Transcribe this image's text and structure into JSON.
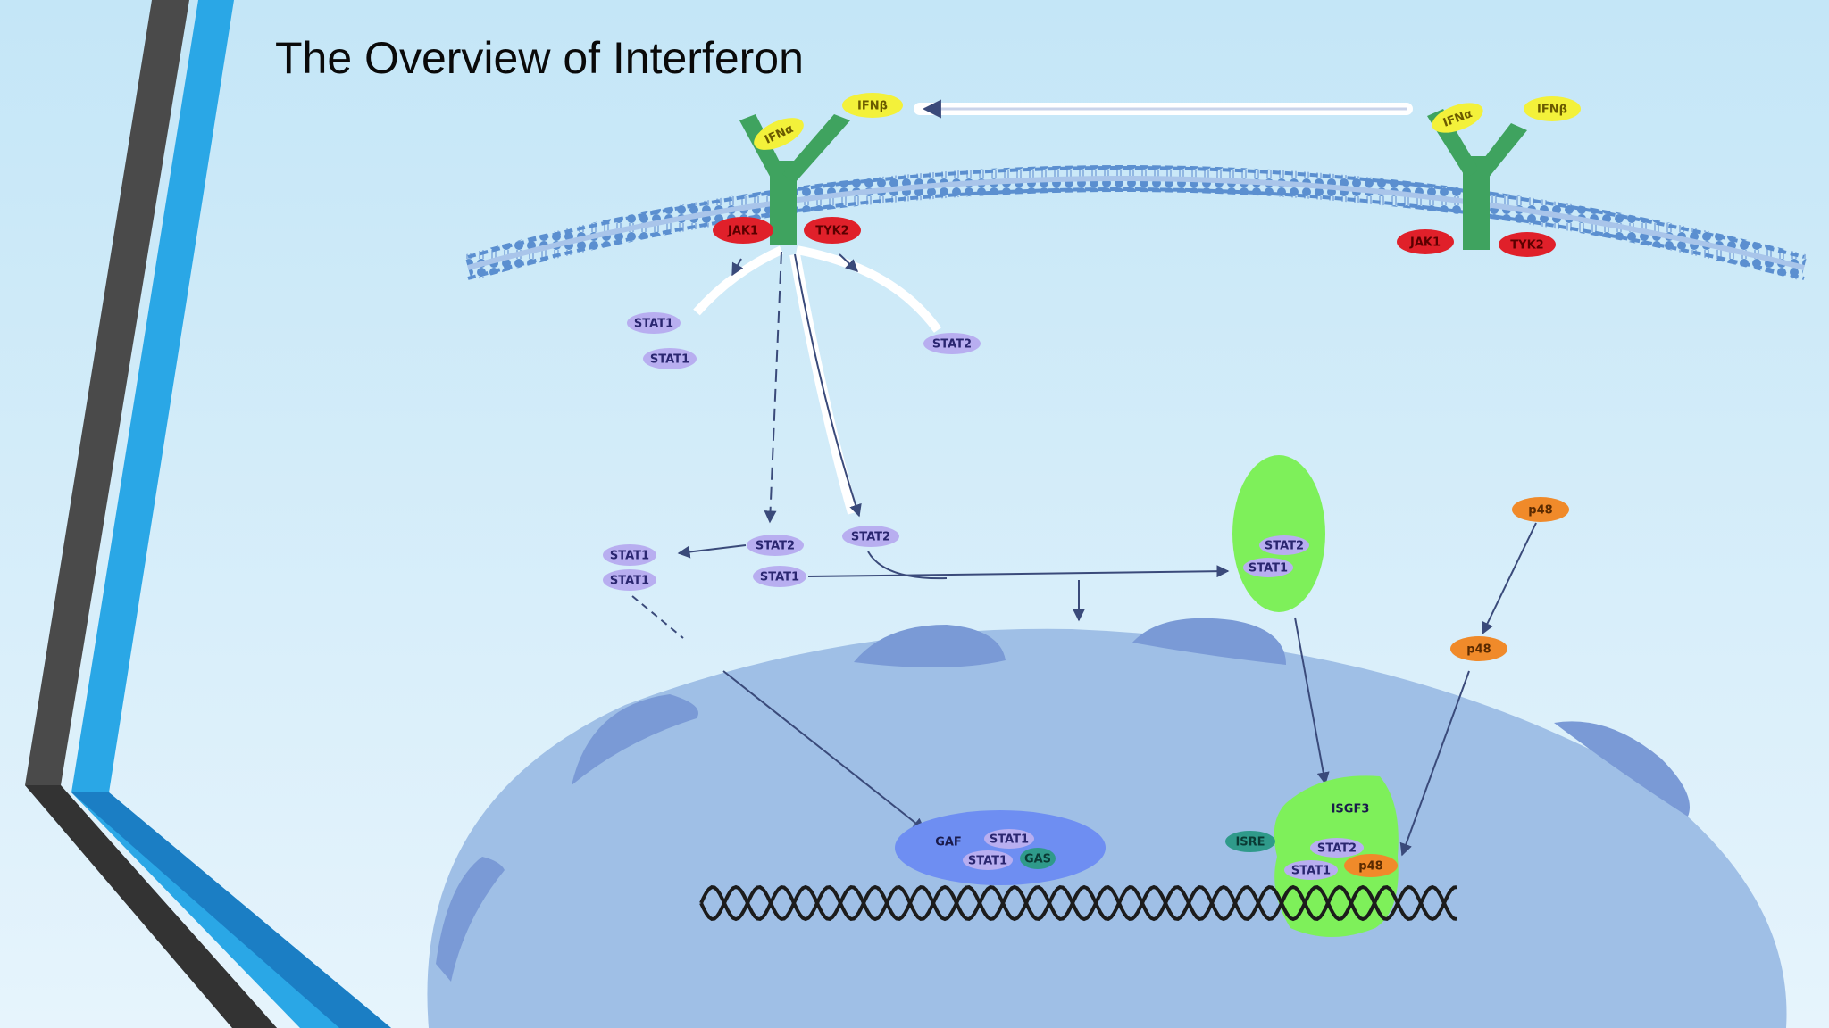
{
  "slide": {
    "title": "The Overview of Interferon"
  },
  "labels": {
    "ifnb_top": "IFNβ",
    "ifna_left": "IFNα",
    "ifna_right": "IFNα",
    "ifnb_right": "IFNβ",
    "jak1_left": "JAK1",
    "tyk2_left": "TYK2",
    "jak1_right": "JAK1",
    "tyk2_right": "TYK2",
    "stat1_a": "STAT1",
    "stat1_b": "STAT1",
    "stat2_a": "STAT2",
    "stat1_c": "STAT1",
    "stat1_d": "STAT1",
    "stat2_b": "STAT2",
    "stat1_e": "STAT1",
    "stat2_c": "STAT2",
    "stat2_green": "STAT2",
    "stat1_green": "STAT1",
    "p48_top": "p48",
    "p48_mid": "p48",
    "gaf": "GAF",
    "gaf_stat1_a": "STAT1",
    "gaf_stat1_b": "STAT1",
    "gas": "GAS",
    "isgf3": "ISGF3",
    "isre": "ISRE",
    "isgf3_stat2": "STAT2",
    "isgf3_stat1": "STAT1",
    "isgf3_p48": "p48"
  },
  "colors": {
    "accent_blue": "#2aa7e6",
    "dark_bar": "#4a4a4a",
    "jak_red": "#e0202a",
    "ifn_yellow": "#f3f13a",
    "receptor_green": "#3fa35f",
    "stat_purple": "#b8aef0",
    "complex_green": "#7ef05a",
    "p48_orange": "#f08a2a",
    "nucleus_blue": "#9fbfe6",
    "gaf_blue": "#6e8ef2"
  }
}
